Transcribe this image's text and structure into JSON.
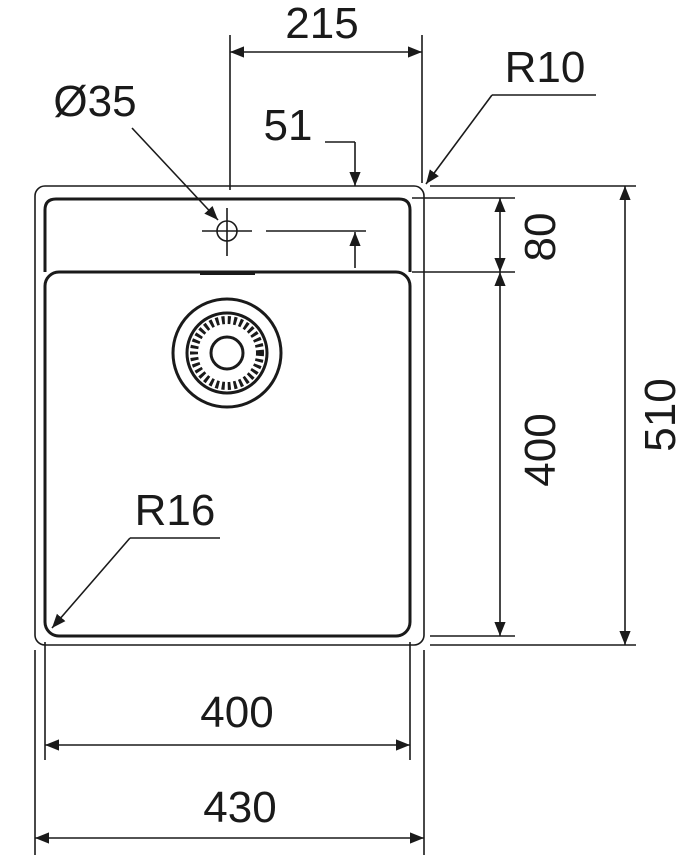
{
  "drawing": {
    "dimensions": {
      "tap_offset": "215",
      "tap_hole_diameter": "Ø35",
      "tap_hole_from_edge": "51",
      "corner_radius_outer": "R10",
      "drainer_depth": "80",
      "bowl_length": "400",
      "overall_length": "510",
      "bowl_corner_radius": "R16",
      "bowl_width": "400",
      "overall_width": "430"
    }
  }
}
